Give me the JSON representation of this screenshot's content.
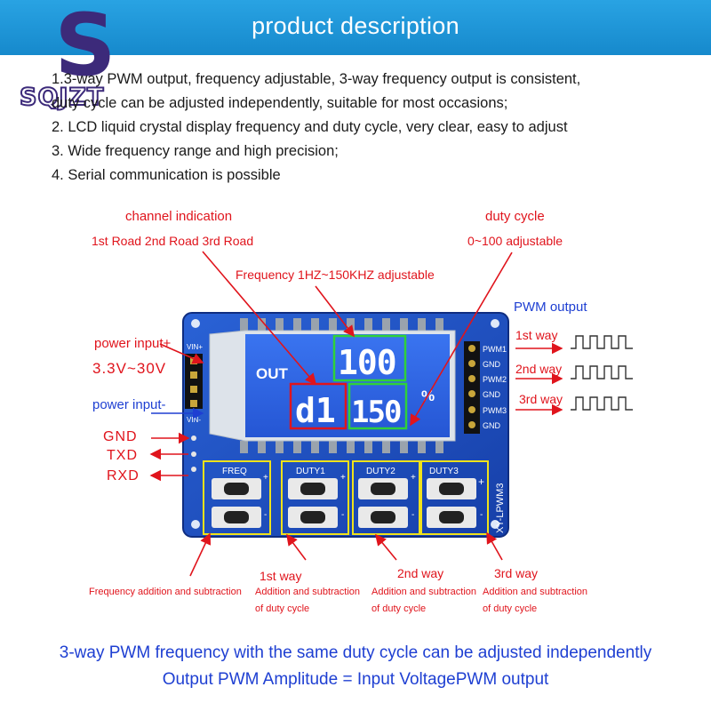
{
  "header": {
    "title": "product description"
  },
  "logo": {
    "mark": "S",
    "text": "SQJZT"
  },
  "description": [
    "1.3-way PWM output, frequency adjustable, 3-way frequency output is consistent,",
    "duty cycle can be adjusted independently, suitable for most occasions;",
    "2. LCD liquid crystal display frequency and duty cycle, very clear, easy to adjust",
    "3. Wide frequency range and high precision;",
    "4. Serial communication is possible"
  ],
  "annotations": {
    "channel_indication": "channel indication",
    "roads": "1st Road 2nd Road 3rd Road",
    "duty_cycle": "duty cycle",
    "duty_range": "0~100 adjustable",
    "frequency": "Frequency 1HZ~150KHZ adjustable",
    "pwm_output": "PWM output",
    "power_input_plus": "power input+",
    "voltage": "3.3V~30V",
    "power_input_minus": "power input-",
    "gnd": "GND",
    "txd": "TXD",
    "rxd": "RXD",
    "way1": "1st way",
    "way2": "2nd way",
    "way3": "3rd way",
    "freq_add_sub": "Frequency addition and subtraction",
    "add_sub_duty_1": "Addition and subtraction",
    "add_sub_duty_2": "of duty cycle"
  },
  "board": {
    "pins_left": [
      "VIN+",
      "VIN-"
    ],
    "pins_right": [
      "PWM1",
      "GND",
      "PWM2",
      "GND",
      "PWM3",
      "GND"
    ],
    "buttons": [
      "FREQ",
      "DUTY1",
      "DUTY2",
      "DUTY3"
    ],
    "plus": "+",
    "minus": "-",
    "model": "XY-LPWM3",
    "lcd": {
      "out_label": "OUT",
      "duty_value": "100",
      "channel_value": "d1",
      "freq_value": "150",
      "percent": "%"
    }
  },
  "footer": {
    "line1": "3-way PWM frequency with the same duty cycle can be adjusted independently",
    "line2": "Output PWM Amplitude = Input VoltagePWM output"
  },
  "colors": {
    "banner": "#1689cc",
    "board": "#1d4fc4",
    "lcd": "#2f66e6",
    "annotation_red": "#e0141c",
    "annotation_blue": "#1e3fd2",
    "highlight_green": "#2fd13a",
    "highlight_yellow": "#f0e21a"
  }
}
